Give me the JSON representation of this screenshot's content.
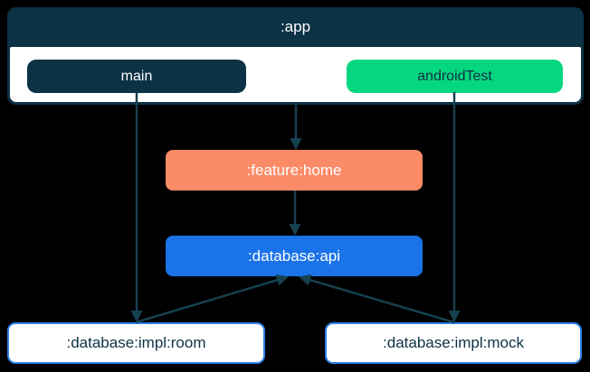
{
  "diagram": {
    "nodes": {
      "app": {
        "label": ":app"
      },
      "main": {
        "label": "main"
      },
      "androidTest": {
        "label": "androidTest"
      },
      "feature_home": {
        "label": ":feature:home"
      },
      "database_api": {
        "label": ":database:api"
      },
      "database_impl_room": {
        "label": ":database:impl:room"
      },
      "database_impl_mock": {
        "label": ":database:impl:mock"
      }
    },
    "edges": [
      {
        "from": ":app",
        "to": ":feature:home"
      },
      {
        "from": "main",
        "to": ":database:impl:room"
      },
      {
        "from": "androidTest",
        "to": ":database:impl:mock"
      },
      {
        "from": ":feature:home",
        "to": ":database:api"
      },
      {
        "from": ":database:impl:room",
        "to": ":database:api"
      },
      {
        "from": ":database:impl:mock",
        "to": ":database:api"
      }
    ],
    "colors": {
      "background": "#000000",
      "navy": "#0C3245",
      "green": "#05D77F",
      "salmon": "#FB8B67",
      "blue": "#1A73E8",
      "impl_border_blue": "#2F80ED",
      "arrow": "#17404F",
      "white": "#FFFFFF"
    }
  }
}
